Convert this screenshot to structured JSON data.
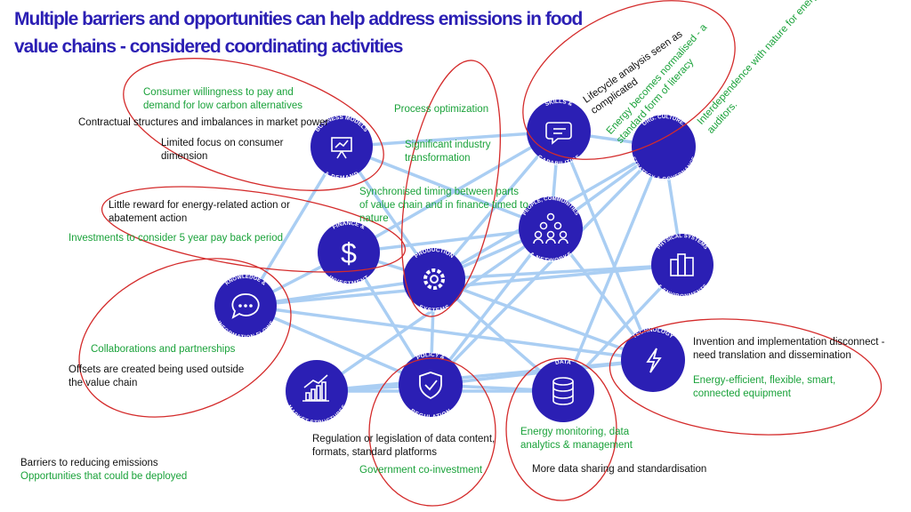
{
  "title": "Multiple barriers and opportunities can help address emissions in food value chains - considered coordinating activities",
  "colors": {
    "title": "#2b1fb4",
    "node_fill": "#2b1fb4",
    "network_line": "#9cc6f2",
    "ellipse": "#d42b2b",
    "barrier_text": "#111111",
    "opportunity_text": "#1aa23a"
  },
  "nodes": [
    {
      "id": "business",
      "top_label": "BUSINESS MODELS",
      "bottom_label": "& DEMAND",
      "icon": "presentation-board-icon"
    },
    {
      "id": "skills",
      "top_label": "SKILLS &",
      "bottom_label": "CAPABILITIES",
      "icon": "chat-brain-icon"
    },
    {
      "id": "org",
      "top_label": "ORG. CULTURE,",
      "bottom_label": "STRATEGY & GOVERNANCE",
      "icon": "none"
    },
    {
      "id": "finance",
      "top_label": "FINANCE &",
      "bottom_label": "INVESTMENT",
      "icon": "dollar-icon"
    },
    {
      "id": "people",
      "top_label": "PEOPLE, COMMUNITIES",
      "bottom_label": "& NETWORKS",
      "icon": "people-group-icon"
    },
    {
      "id": "production",
      "top_label": "PRODUCTION",
      "bottom_label": "SYSTEMS",
      "icon": "gear-icon"
    },
    {
      "id": "physical",
      "top_label": "PHYSICAL SYSTEMS",
      "bottom_label": "& ENVIRONMENTS",
      "icon": "buildings-icon"
    },
    {
      "id": "knowledge",
      "top_label": "KNOWLEDGE &",
      "bottom_label": "INFORMATION FLOWS",
      "icon": "speech-bubble-icon"
    },
    {
      "id": "technology",
      "top_label": "TECHNOLOGY",
      "bottom_label": "",
      "icon": "lightning-icon"
    },
    {
      "id": "market",
      "top_label": "",
      "bottom_label": "MARKET STRUCTURES",
      "icon": "bar-chart-icon"
    },
    {
      "id": "policy",
      "top_label": "POLICY &",
      "bottom_label": "REGULATION",
      "icon": "shield-check-icon"
    },
    {
      "id": "data",
      "top_label": "DATA",
      "bottom_label": "",
      "icon": "database-icon"
    }
  ],
  "annotations": {
    "consumer_willingness": "Consumer willingness to pay and\ndemand for low carbon alternatives",
    "contractual": "Contractual structures and imbalances in market power",
    "limited_focus": "Limited focus on consumer\ndimension",
    "process_opt": "Process optimization",
    "significant_industry": "Significant industry\ntransformation",
    "little_reward": "Little reward for energy-related action or\nabatement action",
    "synchronised": "Synchronised timing between parts\nof value chain and in finance timed to\nnature",
    "investments": "Investments to consider 5 year pay back period",
    "lifecycle": "Lifecycle analysis seen as\ncomplicated",
    "energy_norm": "Energy becomes normalised - a\nstandard form of literacy",
    "interdependence": "Interdependence with nature for energy\nauditors.",
    "collaborations": "Collaborations and partnerships",
    "offsets": "Offsets are created being used outside\nthe value chain",
    "invention": "Invention and implementation disconnect -\nneed translation and dissemination",
    "energy_efficient": "Energy-efficient, flexible, smart,\nconnected equipment",
    "regulation": "Regulation or legislation of data content,\nformats, standard platforms",
    "energy_monitoring": "Energy monitoring, data\nanalytics & management",
    "government": "Government co-investment",
    "more_data": "More data sharing and standardisation"
  },
  "legend": {
    "barriers": "Barriers to reducing emissions",
    "opportunities": "Opportunities that could be deployed"
  }
}
